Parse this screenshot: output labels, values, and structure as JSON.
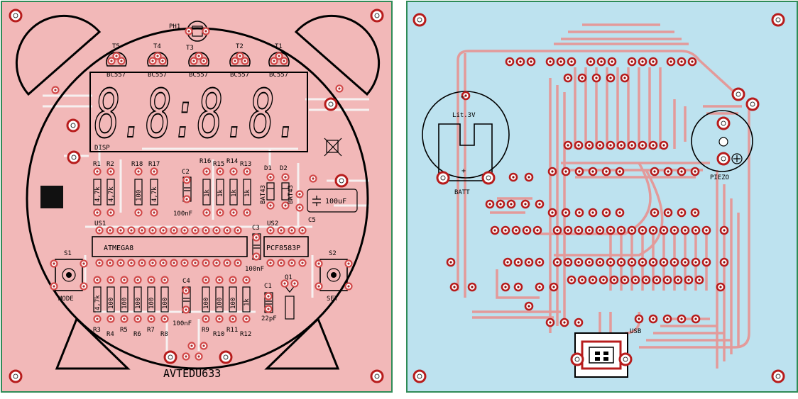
{
  "colors": {
    "board_frame": "#2e8b57",
    "top_board": "#f2b8b8",
    "bottom_board": "#bde2ef",
    "copper_top": "#f4f4f4",
    "copper_bottom": "#e39a9a",
    "silkscreen": "#000000"
  },
  "top_board": {
    "photo_resistor": "PH1",
    "display_label": "DISP",
    "digits": "8.8:8.8.",
    "transistors": {
      "names": [
        "T5",
        "T4",
        "T3",
        "T2",
        "T1"
      ],
      "part": "BC557"
    },
    "resistors_top": [
      {
        "name": "R1",
        "value": "4,7k"
      },
      {
        "name": "R2",
        "value": "4,7k"
      },
      {
        "name": "R18",
        "value": "100"
      },
      {
        "name": "R17",
        "value": "4,7k"
      },
      {
        "name": "R16",
        "value": "1k"
      },
      {
        "name": "R15",
        "value": "1k"
      },
      {
        "name": "R14",
        "value": "1k"
      },
      {
        "name": "R13",
        "value": "1k"
      }
    ],
    "resistors_bottom": [
      {
        "name": "R3",
        "value": "4,7k"
      },
      {
        "name": "R4",
        "value": "100"
      },
      {
        "name": "R5",
        "value": "100"
      },
      {
        "name": "R6",
        "value": "100"
      },
      {
        "name": "R7",
        "value": "100"
      },
      {
        "name": "R8",
        "value": "100"
      },
      {
        "name": "R9",
        "value": "100"
      },
      {
        "name": "R10",
        "value": "100"
      },
      {
        "name": "R11",
        "value": "100"
      },
      {
        "name": "R12",
        "value": "1k"
      }
    ],
    "capacitors": {
      "c2_name": "C2",
      "c2_value": "100nF",
      "c3_name": "C3",
      "c3_value": "100nF",
      "c4_name": "C4",
      "c4_value": "100nF",
      "c1_name": "C1",
      "c1_value": "22pF",
      "c5_name": "C5",
      "c5_value": "100uF"
    },
    "diodes": {
      "d1_name": "D1",
      "d2_name": "D2",
      "part": "BAT43"
    },
    "ics": {
      "us1_name": "US1",
      "us1_part": "ATMEGA8",
      "us2_name": "US2",
      "us2_part": "PCF8583P"
    },
    "switches": {
      "s1_name": "S1",
      "s1_label": "MODE",
      "s2_name": "S2",
      "s2_label": "SET"
    },
    "q1_name": "Q1",
    "board_name": "AVTEDU633"
  },
  "bottom_board": {
    "battery_label": "BATT",
    "battery_type": "Lit.3V",
    "battery_minus": "−",
    "battery_plus": "+",
    "piezo_label": "PIEZO",
    "usb_label": "USB"
  }
}
